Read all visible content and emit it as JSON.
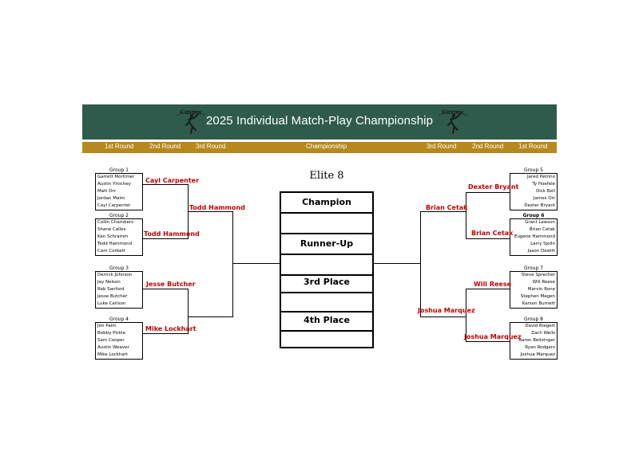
{
  "header": {
    "title": "2025 Individual Match-Play Championship",
    "logo_text": "Casper"
  },
  "rounds_bar": {
    "left": [
      "1st Round",
      "2nd Round",
      "3rd Round"
    ],
    "center": "Championship",
    "right": [
      "3rd Round",
      "2nd Round",
      "1st Round"
    ]
  },
  "left_groups": [
    {
      "label": "Group 1",
      "players": [
        "Garrett Mortimer",
        "Austin Yinichey",
        "Matt Orr",
        "Jordan Malm",
        "Cayl Carpenter"
      ]
    },
    {
      "label": "Group 2",
      "players": [
        "Collin Chambers",
        "Shane Calles",
        "Ken Schramm",
        "Todd Hammond",
        "Cam Corbett"
      ]
    },
    {
      "label": "Group 3",
      "players": [
        "Derrick Johnson",
        "Jay Nelson",
        "Rob Sanford",
        "Jesse Butcher",
        "Luke Carlson"
      ]
    },
    {
      "label": "Group 4",
      "players": [
        "Jim Palm",
        "Bobby Pickle",
        "Sam Cooper",
        "Austin Weaver",
        "Mike Lockhart"
      ]
    }
  ],
  "right_groups": [
    {
      "label": "Group 5",
      "players": [
        "Jared Petrino",
        "Ty Hoefele",
        "Dick Bell",
        "James Orr",
        "Dexter Bryant"
      ]
    },
    {
      "label": "Group 6",
      "players": [
        "Grant Lawson",
        "Brian Cetak",
        "Eugene Hammond",
        "Larry Sjolin",
        "Jason Dewitt"
      ]
    },
    {
      "label": "Group 7",
      "players": [
        "Steve Sprecher",
        "Will Reese",
        "Marvin Rone",
        "Stephen Magen",
        "Karson Burnett"
      ]
    },
    {
      "label": "Group 8",
      "players": [
        "David Riegert",
        "Zach Wells",
        "Aaron Beitzinger",
        "Ryan Rodgers",
        "Joshua Marquez"
      ]
    }
  ],
  "left_winners": {
    "round2": [
      "Cayl Carpenter",
      "Todd Hammond",
      "Jesse Butcher",
      "Mike Lockhart"
    ],
    "round3": [
      "Todd Hammond"
    ]
  },
  "right_winners": {
    "round2": [
      "Dexter Bryant",
      "Brian Cetak",
      "Will Reese",
      "Joshua Marquez"
    ],
    "round3": [
      "Brian Cetak",
      "Joshua Marquez"
    ]
  },
  "championship": {
    "heading": "Elite 8",
    "slots": [
      "Champion",
      "Runner-Up",
      "3rd Place",
      "4th Place"
    ]
  }
}
